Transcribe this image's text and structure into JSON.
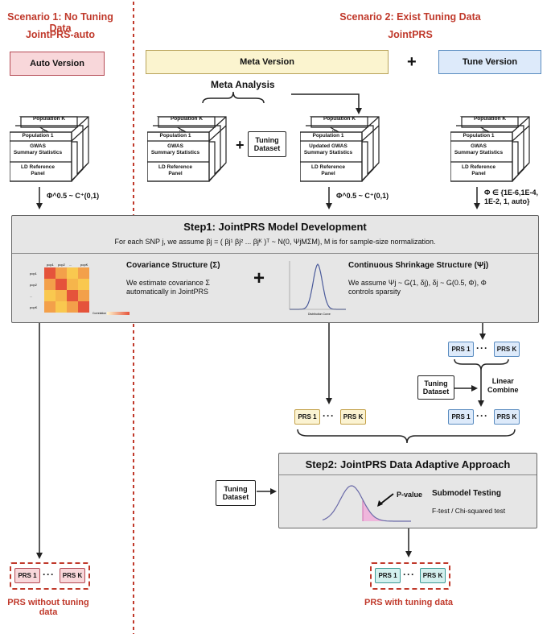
{
  "scenario1": {
    "title": "Scenario 1: No Tuning Data",
    "subtitle": "JointPRS-auto",
    "version_label": "Auto Version"
  },
  "scenario2": {
    "title": "Scenario 2: Exist Tuning Data",
    "subtitle": "JointPRS",
    "meta_label": "Meta Version",
    "plus": "+",
    "tune_label": "Tune Version"
  },
  "meta_analysis": "Meta Analysis",
  "stack": {
    "population_k": "Population K",
    "dots": "...",
    "population_1": "Population 1",
    "gwas": "GWAS\nSummary Statistics",
    "updated_gwas": "Updated GWAS\nSummary Statistics",
    "ld": "LD Reference\nPanel"
  },
  "tuning_dataset": "Tuning\nDataset",
  "plus_sign": "+",
  "formula_auto": "Φ^0.5 ~ C⁺(0,1)",
  "formula_meta": "Φ^0.5 ~ C⁺(0,1)",
  "formula_tune": "Φ ∈ {1E-6,1E-4,\n1E-2, 1, auto}",
  "step1": {
    "title": "Step1: JointPRS Model Development",
    "assumption": "For each SNP j, we assume βj = ( βj¹  βj² ... βjᴷ )ᵀ ~ N(0, ΨjMΣM), M is for sample-size normalization.",
    "cov_title": "Covariance Structure (Σ)",
    "cov_text": "We estimate covariance Σ automatically in JointPRS",
    "cov_axis": [
      "pop1",
      "pop2",
      "...",
      "popK"
    ],
    "cov_key": "Correlation key",
    "shrink_title": "Continuous Shrinkage Structure (Ψj)",
    "shrink_text": "We assume Ψj ~ G(1, δj), δj ~ G(0.5, Φ), Φ controls sparsity",
    "shrink_caption": "Distribution Curve"
  },
  "prs": {
    "one": "PRS 1",
    "k": "PRS K",
    "dots": "···"
  },
  "linear_combine": "Linear\nCombine",
  "step2": {
    "title": "Step2: JointPRS Data Adaptive Approach",
    "pvalue": "P-value",
    "submodel_title": "Submodel Testing",
    "submodel_text": "F-test / Chi-squared test"
  },
  "result_left": "PRS without tuning data",
  "result_right": "PRS with tuning data",
  "colors": {
    "red": "#c0392b",
    "auto_fill": "#f8d7da",
    "meta_fill": "#fbf4cf",
    "tune_fill": "#ddeafa",
    "step_fill": "#e6e6e6",
    "pink_area": "#f2a6d8"
  }
}
